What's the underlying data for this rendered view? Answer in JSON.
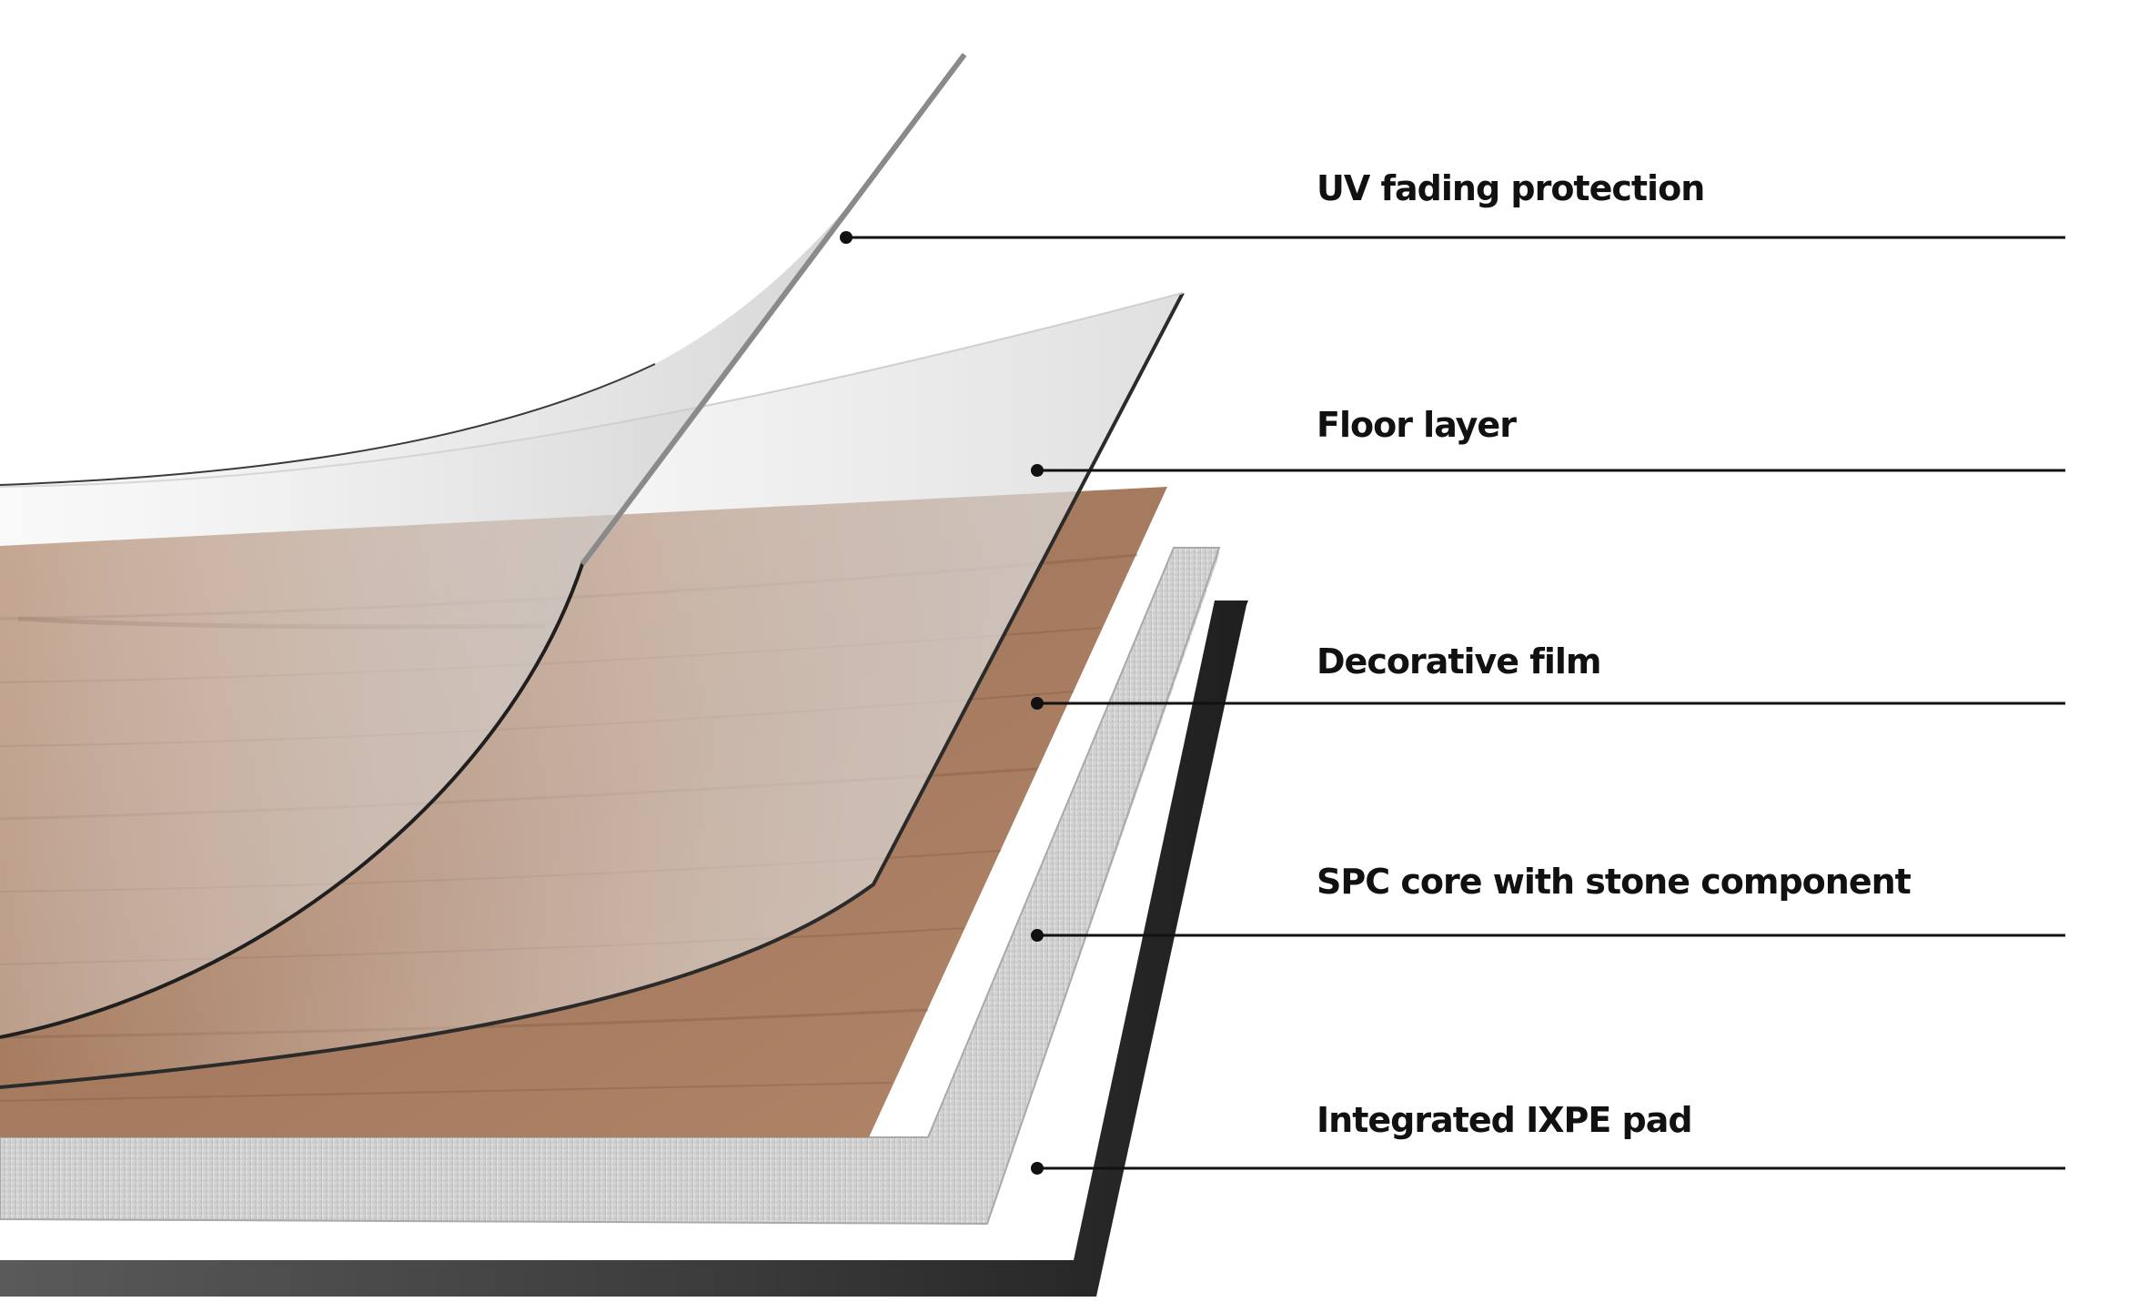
{
  "layers": [
    {
      "id": "uv",
      "label": "UV fading protection"
    },
    {
      "id": "floor",
      "label": "Floor layer"
    },
    {
      "id": "deco",
      "label": "Decorative film"
    },
    {
      "id": "spc",
      "label": "SPC core with stone component"
    },
    {
      "id": "ixpe",
      "label": "Integrated IXPE pad"
    }
  ],
  "colors": {
    "background": "#ffffff",
    "wood": "#a97e62",
    "wood_grain": "#7d5641",
    "stone_core": "#c9c9c9",
    "ixpe_pad": "#2d2d2d",
    "leader_line": "#111111"
  }
}
